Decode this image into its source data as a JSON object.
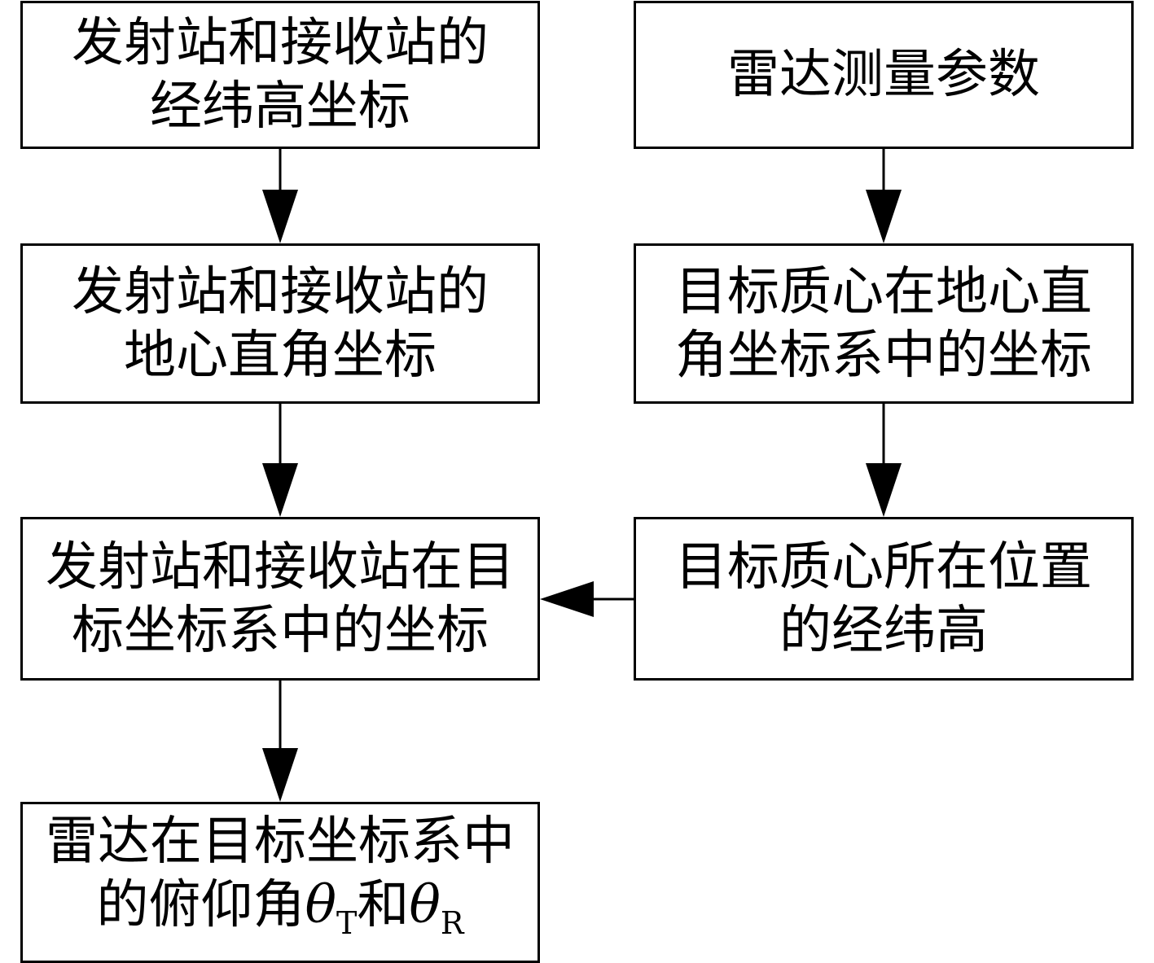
{
  "boxes": {
    "geo_coords": {
      "line1": "发射站和接收站的",
      "line2": "经纬高坐标"
    },
    "radar_params": {
      "line1": "雷达测量参数"
    },
    "ecef_coords": {
      "line1": "发射站和接收站的",
      "line2": "地心直角坐标"
    },
    "target_ecef": {
      "line1": "目标质心在地心直",
      "line2": "角坐标系中的坐标"
    },
    "station_target_coords": {
      "line1": "发射站和接收站在目",
      "line2": "标坐标系中的坐标"
    },
    "target_geo": {
      "line1": "目标质心所在位置",
      "line2": "的经纬高"
    },
    "elevation": {
      "line1": "雷达在目标坐标系中",
      "line2_prefix": "的俯仰角",
      "theta": "θ",
      "sub_t": "T",
      "and": "和",
      "sub_r": "R"
    }
  }
}
